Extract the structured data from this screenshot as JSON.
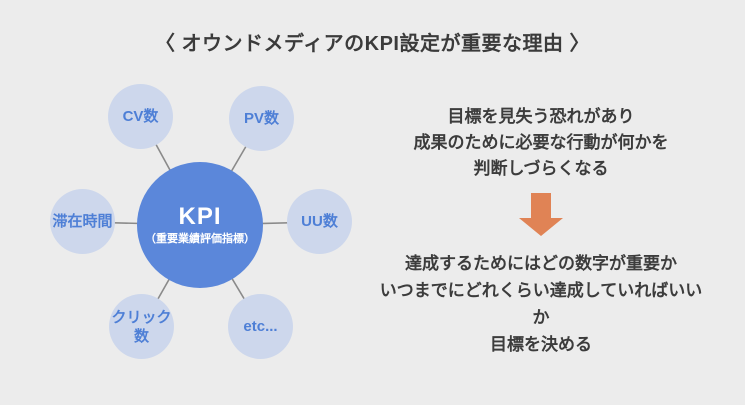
{
  "title": "〈 オウンドメディアのKPI設定が重要な理由 〉",
  "diagram": {
    "center": {
      "label": "KPI",
      "sublabel": "（重要業績評価指標）"
    },
    "nodes": [
      {
        "label": "CV数"
      },
      {
        "label": "PV数"
      },
      {
        "label": "滞在時間"
      },
      {
        "label": "UU数"
      },
      {
        "label": "クリック数"
      },
      {
        "label": "etc..."
      }
    ]
  },
  "right_panel": {
    "problem_lines": [
      "目標を見失う恐れがあり",
      "成果のために必要な行動が何かを",
      "判断しづらくなる"
    ],
    "arrow_icon": "down-arrow",
    "solution_lines": [
      "達成するためにはどの数字が重要か",
      "いつまでにどれくらい達成していればいいか",
      "目標を決める"
    ]
  },
  "colors": {
    "background": "#ECECEC",
    "center_circle": "#5B87DA",
    "center_text": "#FFFFFF",
    "node_circle": "#CDD7EC",
    "node_text": "#4E7FD6",
    "title_text": "#3B3B3B",
    "body_text": "#3C3C3C",
    "arrow": "#E08355",
    "connector_line": "#8A8A8A"
  }
}
